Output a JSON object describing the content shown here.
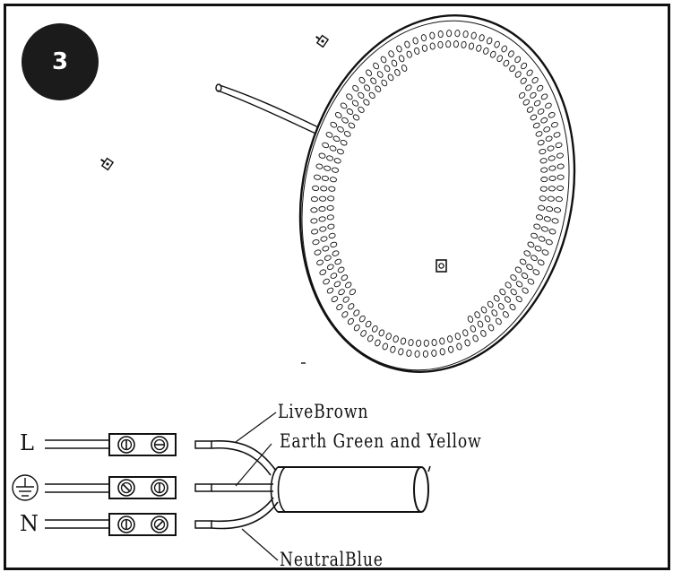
{
  "step": {
    "number": "3"
  },
  "terminals": {
    "live_letter": "L",
    "neutral_letter": "N",
    "earth_symbol_name": "earth-ground-icon"
  },
  "wires": {
    "live": "LiveBrown",
    "earth": "Earth Green and Yellow",
    "neutral": "NeutralBlue"
  },
  "colors": {
    "ink": "#111111",
    "badge": "#1b1b1b"
  }
}
